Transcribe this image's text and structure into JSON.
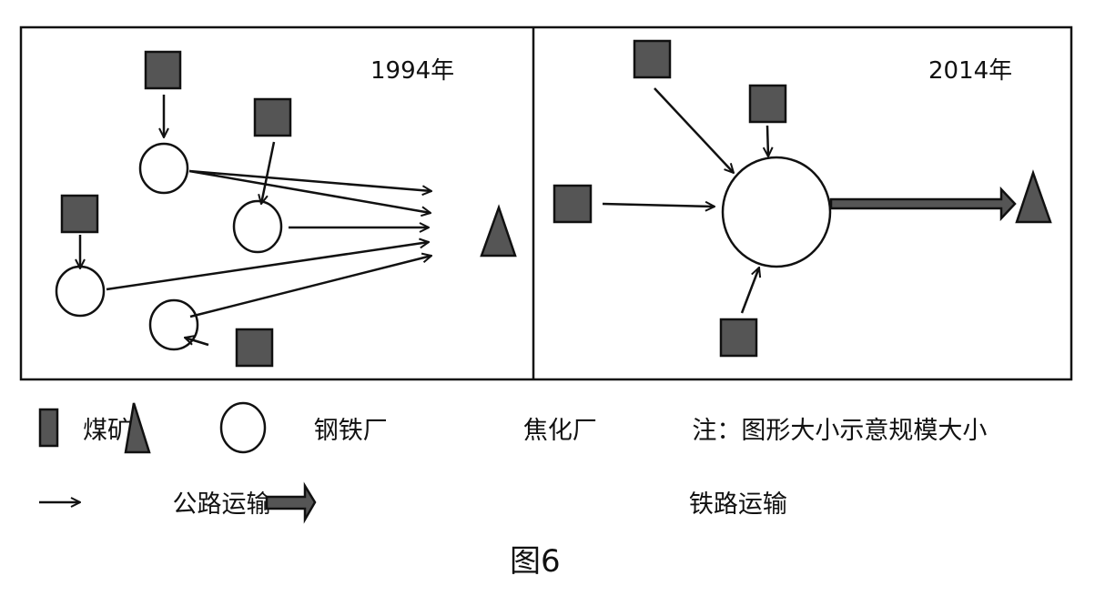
{
  "colors": {
    "fill": "#555555",
    "stroke": "#111111",
    "background": "#ffffff"
  },
  "panels": [
    {
      "year_label": "1994年",
      "coal_mines": 4,
      "coking_plants": 4,
      "steel_plants": 1,
      "flows": [
        {
          "from": "煤矿1",
          "to": "焦化厂1",
          "mode": "公路运输"
        },
        {
          "from": "煤矿2",
          "to": "焦化厂2",
          "mode": "公路运输"
        },
        {
          "from": "煤矿3",
          "to": "焦化厂3",
          "mode": "公路运输"
        },
        {
          "from": "煤矿4",
          "to": "焦化厂4",
          "mode": "公路运输"
        },
        {
          "from": "焦化厂1",
          "to": "钢铁厂",
          "mode": "公路运输"
        },
        {
          "from": "焦化厂2",
          "to": "钢铁厂",
          "mode": "公路运输"
        },
        {
          "from": "焦化厂3",
          "to": "钢铁厂",
          "mode": "公路运输"
        },
        {
          "from": "焦化厂4",
          "to": "钢铁厂",
          "mode": "公路运输"
        }
      ]
    },
    {
      "year_label": "2014年",
      "coal_mines": 4,
      "coking_plants": 1,
      "steel_plants": 1,
      "flows": [
        {
          "from": "煤矿1",
          "to": "焦化厂",
          "mode": "公路运输"
        },
        {
          "from": "煤矿2",
          "to": "焦化厂",
          "mode": "公路运输"
        },
        {
          "from": "煤矿3",
          "to": "焦化厂",
          "mode": "公路运输"
        },
        {
          "from": "煤矿4",
          "to": "焦化厂",
          "mode": "公路运输"
        },
        {
          "from": "焦化厂",
          "to": "钢铁厂",
          "mode": "铁路运输"
        }
      ]
    }
  ],
  "legend": {
    "coal_mine": "煤矿",
    "steel_plant": "钢铁厂",
    "coking_plant": "焦化厂",
    "note": "注：图形大小示意规模大小",
    "road": "公路运输",
    "rail": "铁路运输"
  },
  "caption": "图6"
}
